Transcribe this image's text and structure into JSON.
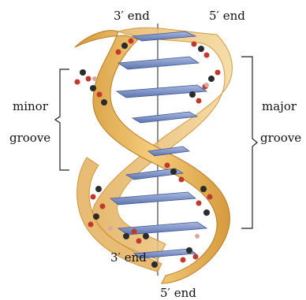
{
  "labels": {
    "top_left_end": "3′ end",
    "top_right_end": "5′ end",
    "bottom_left_end": "3′ end",
    "bottom_right_end": "5′ end",
    "minor_line1": "minor",
    "minor_line2": "groove",
    "major_line1": "major",
    "major_line2": "groove"
  },
  "colors": {
    "backbone": "#e8b45c",
    "backbone_edge": "#c98a2a",
    "base_pair": "#7f95c9",
    "oxygen_atom": "#c0392b",
    "carbon_atom": "#2b2b2b",
    "phosphorus_atom": "#d8a8a0"
  }
}
